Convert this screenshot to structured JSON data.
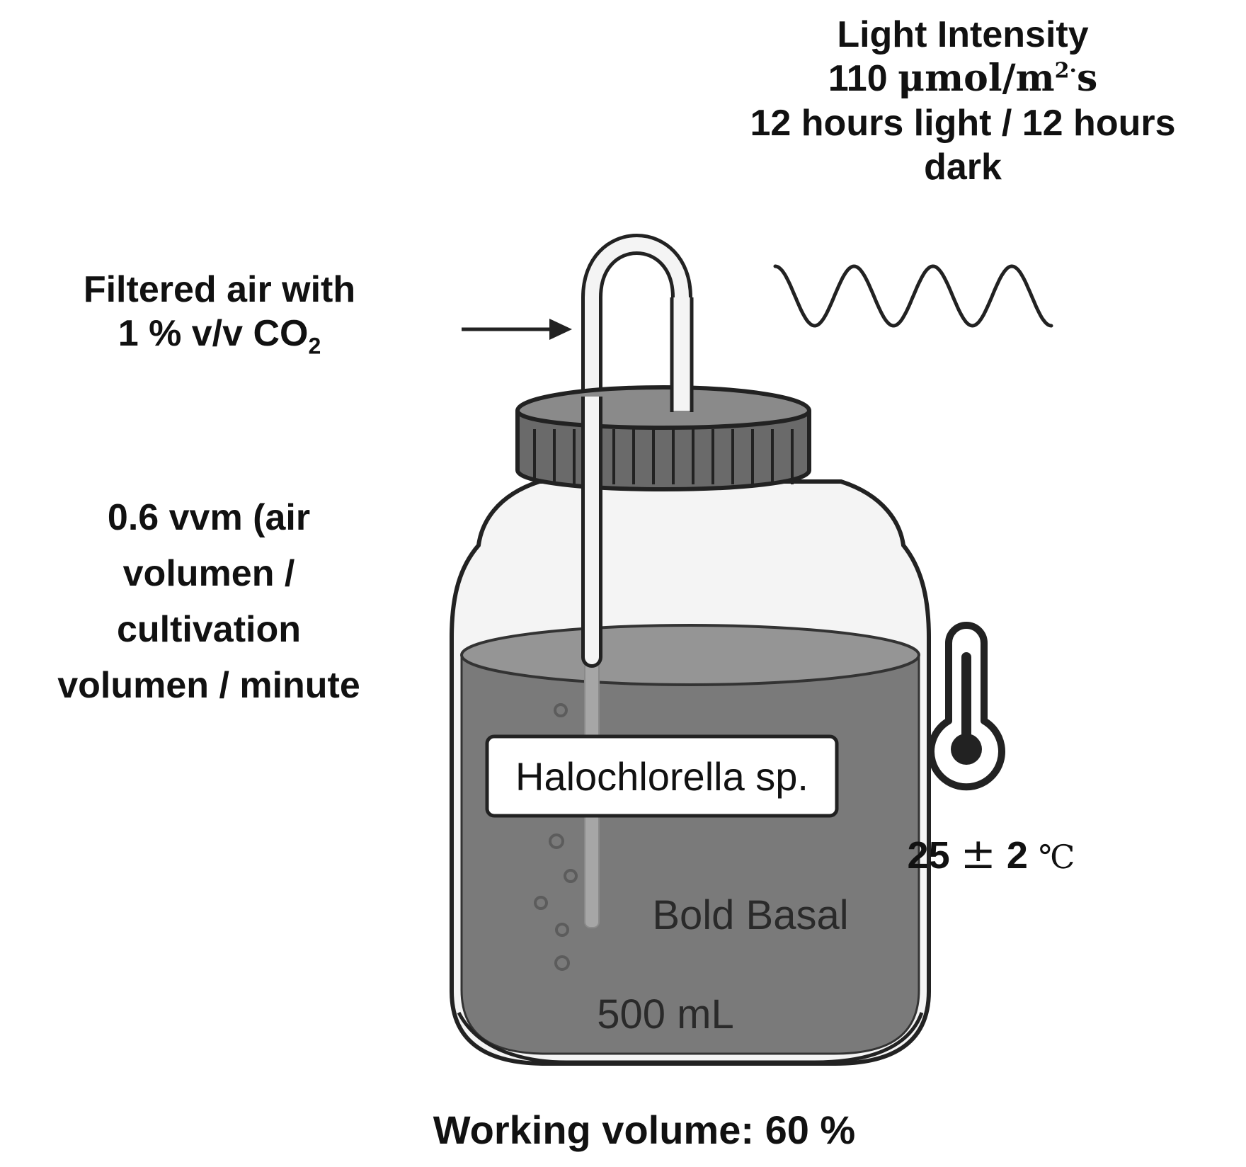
{
  "light": {
    "title": "Light Intensity",
    "intensity_value": "110",
    "intensity_unit": "μmol/m",
    "intensity_exp": "2·",
    "intensity_unit_end": "s",
    "photoperiod_line1": "12 hours light / 12 hours",
    "photoperiod_line2": "dark"
  },
  "air": {
    "line1": "Filtered air with",
    "line2_prefix": "1 % v/v CO",
    "line2_sub": "2"
  },
  "flow": {
    "line1": "0.6 vvm (air",
    "line2": "volumen /",
    "line3": "cultivation",
    "line4": "volumen / minute"
  },
  "culture": {
    "organism": "Halochlorella sp.",
    "medium": "Bold Basal",
    "volume": "500 mL"
  },
  "temperature": {
    "value": "25",
    "pm": "±",
    "tolerance": "2",
    "unit": "℃"
  },
  "working_volume": "Working volume: 60 %",
  "colors": {
    "liquid": "#7a7a7a",
    "glass": "#f4f4f4",
    "cap": "#6a6a6a",
    "outline": "#222222"
  },
  "icons": [
    "sine-wave-icon",
    "thermometer-icon",
    "arrow-right-icon"
  ]
}
